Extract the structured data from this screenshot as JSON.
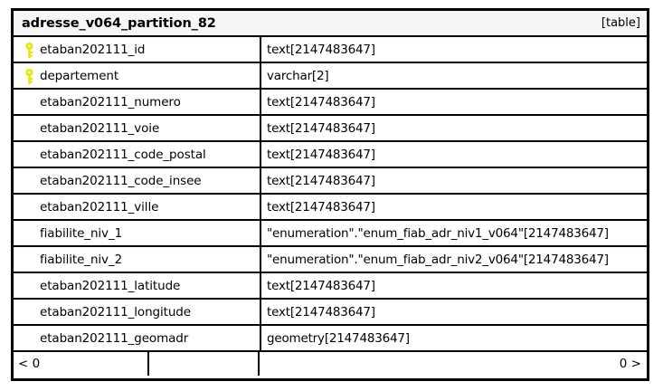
{
  "entity": {
    "title": "adresse_v064_partition_82",
    "kind": "[table]",
    "header_bg": "#f6f6f4",
    "border_color": "#000000",
    "key_icon_color": "#e6e600",
    "key_icon_name": "primary-key-icon",
    "fields": [
      {
        "name": "etaban202111_id",
        "type": "text[2147483647]",
        "key": true
      },
      {
        "name": "departement",
        "type": "varchar[2]",
        "key": true
      },
      {
        "name": "etaban202111_numero",
        "type": "text[2147483647]",
        "key": false
      },
      {
        "name": "etaban202111_voie",
        "type": "text[2147483647]",
        "key": false
      },
      {
        "name": "etaban202111_code_postal",
        "type": "text[2147483647]",
        "key": false
      },
      {
        "name": "etaban202111_code_insee",
        "type": "text[2147483647]",
        "key": false
      },
      {
        "name": "etaban202111_ville",
        "type": "text[2147483647]",
        "key": false
      },
      {
        "name": "fiabilite_niv_1",
        "type": "\"enumeration\".\"enum_fiab_adr_niv1_v064\"[2147483647]",
        "key": false
      },
      {
        "name": "fiabilite_niv_2",
        "type": "\"enumeration\".\"enum_fiab_adr_niv2_v064\"[2147483647]",
        "key": false
      },
      {
        "name": "etaban202111_latitude",
        "type": "text[2147483647]",
        "key": false
      },
      {
        "name": "etaban202111_longitude",
        "type": "text[2147483647]",
        "key": false
      },
      {
        "name": "etaban202111_geomadr",
        "type": "geometry[2147483647]",
        "key": false
      }
    ],
    "footer": {
      "prev_label": "< 0",
      "next_label": "0 >"
    }
  }
}
